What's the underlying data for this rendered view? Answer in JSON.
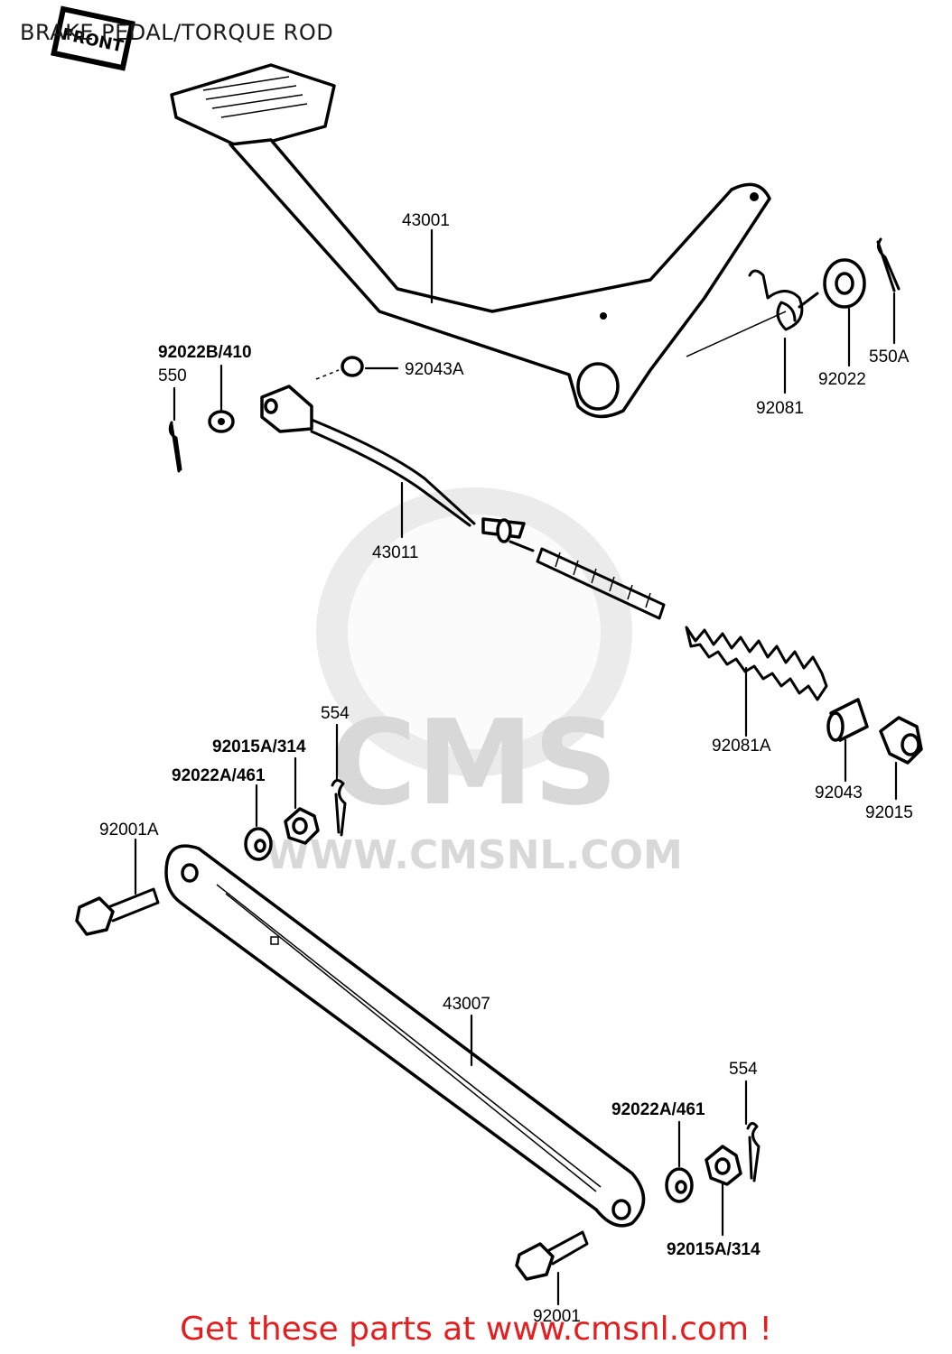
{
  "title": "BRAKE PEDAL/TORQUE ROD",
  "front_badge": "FRONT",
  "watermark": {
    "brand": "CMS",
    "url": "WWW.CMSNL.COM"
  },
  "labels": {
    "l43001": "43001",
    "l92022B": "92022B/410",
    "l550": "550",
    "l92043A": "92043A",
    "l92081": "92081",
    "l92022": "92022",
    "l550A": "550A",
    "l43011": "43011",
    "l554a": "554",
    "l92015A_a": "92015A/314",
    "l92022A_a": "92022A/461",
    "l92081A": "92081A",
    "l92043": "92043",
    "l92015": "92015",
    "l92001A": "92001A",
    "l43007": "43007",
    "l554b": "554",
    "l92022A_b": "92022A/461",
    "l92015A_b": "92015A/314",
    "l92001": "92001"
  },
  "cta": "Get these parts at www.cmsnl.com !",
  "colors": {
    "cta": "#e41e1e",
    "line": "#000000",
    "watermark": "#d8d8d8"
  }
}
